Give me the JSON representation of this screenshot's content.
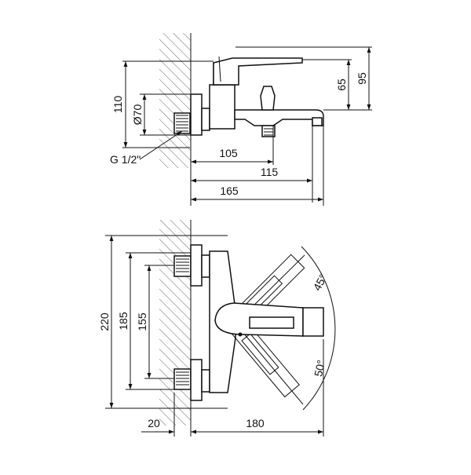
{
  "drawing": {
    "type": "technical-drawing",
    "subject": "wall-mounted bath/shower mixer",
    "line_color": "#111111",
    "background": "#ffffff"
  },
  "side_view": {
    "dims": {
      "height_110": "110",
      "diameter_70": "Ø70",
      "thread": "G 1/2\"",
      "length_105": "105",
      "length_115": "115",
      "length_165": "165",
      "height_65": "65",
      "height_95": "95"
    }
  },
  "top_view": {
    "dims": {
      "height_220": "220",
      "height_185": "185",
      "height_155": "155",
      "length_20": "20",
      "length_180": "180",
      "angle_45": "45°",
      "angle_50": "50°"
    }
  }
}
